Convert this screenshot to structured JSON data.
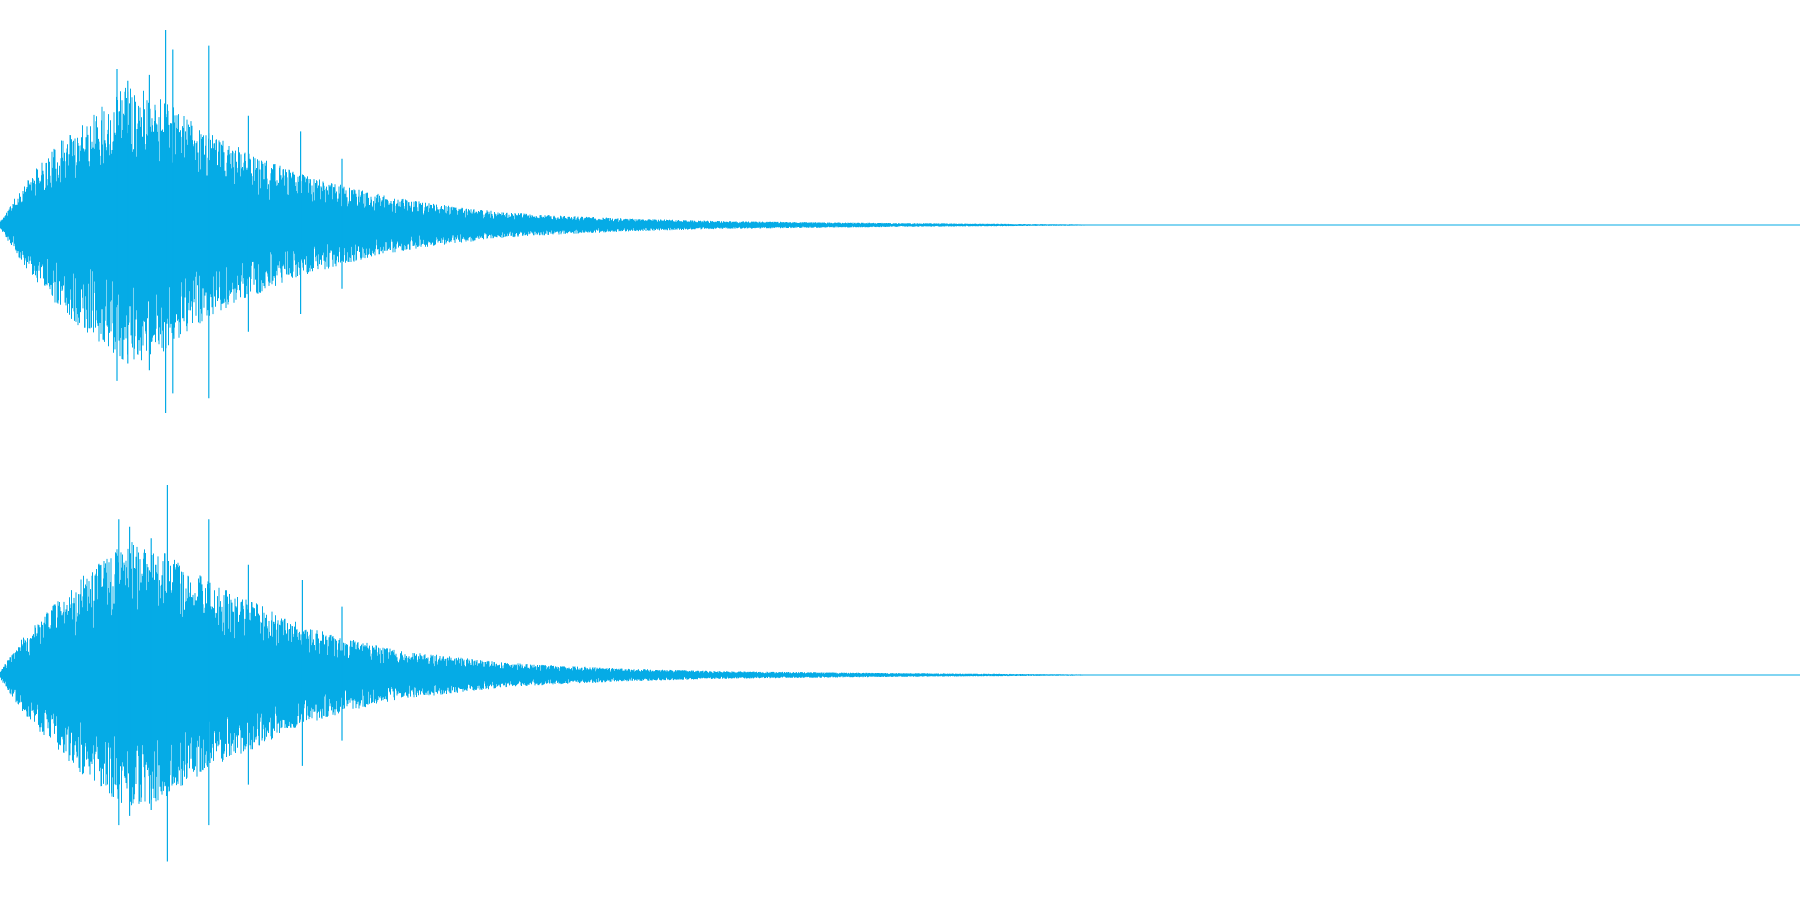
{
  "colors": {
    "waveform": "#05ABE6",
    "background": "#FFFFFF"
  },
  "chart_data": {
    "type": "area",
    "subtype": "audio-waveform",
    "channels": [
      {
        "seed": 11,
        "x": [
          0.0,
          0.01,
          0.02,
          0.03,
          0.04,
          0.05,
          0.06,
          0.07,
          0.08,
          0.09,
          0.1,
          0.12,
          0.14,
          0.16,
          0.18,
          0.2,
          0.22,
          0.25,
          0.28,
          0.31,
          0.35,
          0.4,
          0.45,
          0.5,
          0.55,
          0.6,
          0.62,
          1.0
        ],
        "envelope": [
          0.02,
          0.2,
          0.35,
          0.48,
          0.6,
          0.7,
          0.78,
          0.88,
          0.85,
          0.8,
          0.7,
          0.55,
          0.45,
          0.35,
          0.28,
          0.22,
          0.17,
          0.12,
          0.08,
          0.06,
          0.04,
          0.025,
          0.018,
          0.012,
          0.008,
          0.004,
          0.0,
          0.0
        ],
        "spikes": [
          {
            "x": 0.065,
            "peak": 0.8
          },
          {
            "x": 0.071,
            "peak": 0.74
          },
          {
            "x": 0.083,
            "peak": 0.77
          },
          {
            "x": 0.092,
            "peak": 1.0
          },
          {
            "x": 0.096,
            "peak": 0.9
          },
          {
            "x": 0.116,
            "peak": 0.92
          },
          {
            "x": 0.138,
            "peak": 0.56
          },
          {
            "x": 0.167,
            "peak": 0.48
          },
          {
            "x": 0.19,
            "peak": 0.34
          }
        ]
      },
      {
        "seed": 23,
        "x": [
          0.0,
          0.01,
          0.02,
          0.03,
          0.04,
          0.05,
          0.06,
          0.07,
          0.08,
          0.09,
          0.1,
          0.12,
          0.14,
          0.16,
          0.18,
          0.2,
          0.22,
          0.25,
          0.28,
          0.31,
          0.35,
          0.4,
          0.45,
          0.5,
          0.55,
          0.6,
          0.62,
          1.0
        ],
        "envelope": [
          0.02,
          0.2,
          0.34,
          0.46,
          0.58,
          0.68,
          0.76,
          0.86,
          0.84,
          0.8,
          0.72,
          0.58,
          0.48,
          0.36,
          0.28,
          0.22,
          0.16,
          0.12,
          0.08,
          0.06,
          0.04,
          0.025,
          0.018,
          0.012,
          0.008,
          0.004,
          0.0,
          0.0
        ],
        "spikes": [
          {
            "x": 0.066,
            "peak": 0.82
          },
          {
            "x": 0.072,
            "peak": 0.78
          },
          {
            "x": 0.084,
            "peak": 0.72
          },
          {
            "x": 0.093,
            "peak": 1.0
          },
          {
            "x": 0.116,
            "peak": 0.82
          },
          {
            "x": 0.138,
            "peak": 0.58
          },
          {
            "x": 0.168,
            "peak": 0.5
          },
          {
            "x": 0.19,
            "peak": 0.36
          }
        ]
      }
    ]
  }
}
